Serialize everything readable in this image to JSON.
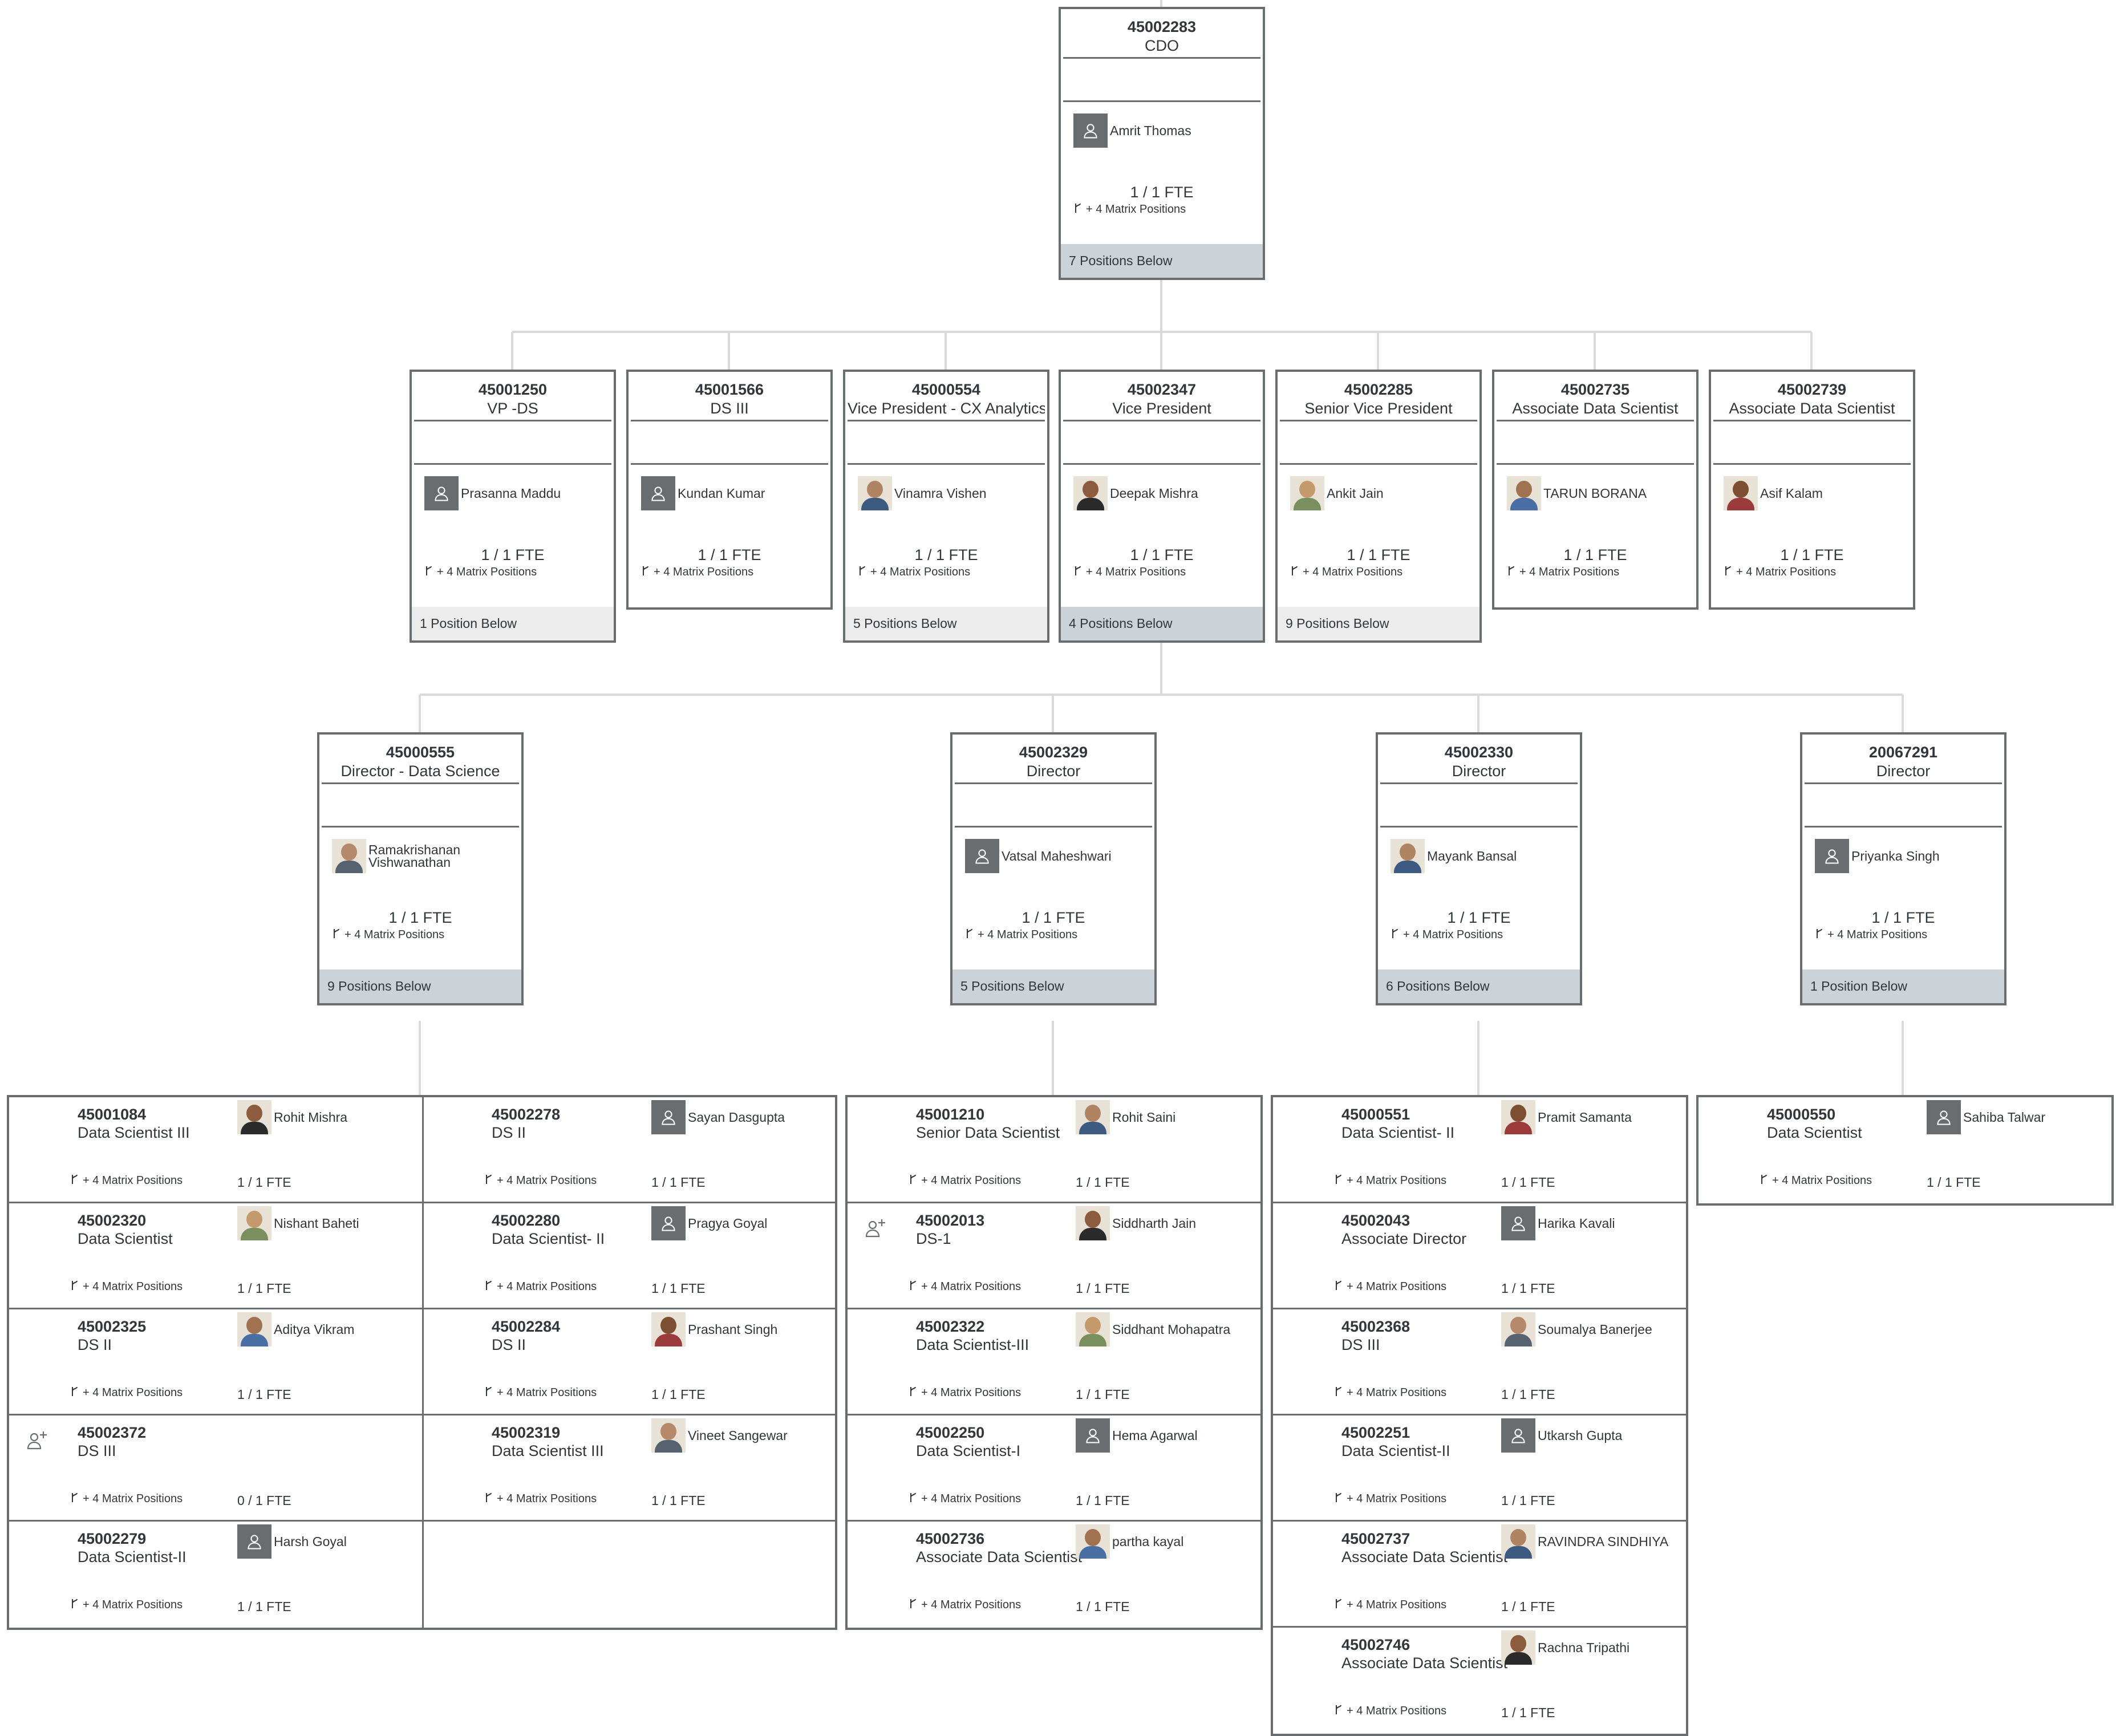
{
  "root": {
    "id": "45002283",
    "title": "CDO",
    "name": "Amrit Thomas",
    "avatar": "person-placeholder-icon",
    "fte": "1 / 1 FTE",
    "matrix": "+ 4 Matrix Positions",
    "below": "7 Positions Below"
  },
  "level1": [
    {
      "id": "45001250",
      "title": "VP -DS",
      "name": "Prasanna Maddu",
      "avatar": "person-placeholder-icon",
      "fte": "1 / 1 FTE",
      "matrix": "+ 4 Matrix Positions",
      "below": "1 Position Below"
    },
    {
      "id": "45001566",
      "title": "DS III",
      "name": "Kundan Kumar",
      "avatar": "person-placeholder-icon",
      "fte": "1 / 1 FTE",
      "matrix": "+ 4 Matrix Positions",
      "below": ""
    },
    {
      "id": "45000554",
      "title": "Vice President - CX Analytics",
      "name": "Vinamra Vishen",
      "avatar": "person-photo",
      "fte": "1 / 1 FTE",
      "matrix": "+ 4 Matrix Positions",
      "below": "5 Positions Below"
    },
    {
      "id": "45002347",
      "title": "Vice President",
      "name": "Deepak Mishra",
      "avatar": "person-photo",
      "fte": "1 / 1 FTE",
      "matrix": "+ 4 Matrix Positions",
      "below": "4 Positions Below"
    },
    {
      "id": "45002285",
      "title": "Senior Vice President",
      "name": "Ankit Jain",
      "avatar": "person-photo",
      "fte": "1 / 1 FTE",
      "matrix": "+ 4 Matrix Positions",
      "below": "9 Positions Below"
    },
    {
      "id": "45002735",
      "title": "Associate Data Scientist",
      "name": "TARUN BORANA",
      "avatar": "person-photo",
      "fte": "1 / 1 FTE",
      "matrix": "+ 4 Matrix Positions",
      "below": ""
    },
    {
      "id": "45002739",
      "title": "Associate Data Scientist",
      "name": "Asif Kalam",
      "avatar": "person-photo",
      "fte": "1 / 1 FTE",
      "matrix": "+ 4 Matrix Positions",
      "below": ""
    }
  ],
  "level2": [
    {
      "id": "45000555",
      "title": "Director - Data Science",
      "name": "Ramakrishanan Vishwanathan",
      "avatar": "person-photo",
      "fte": "1 / 1 FTE",
      "matrix": "+ 4 Matrix Positions",
      "below": "9 Positions Below"
    },
    {
      "id": "45002329",
      "title": "Director",
      "name": "Vatsal Maheshwari",
      "avatar": "person-placeholder-icon",
      "fte": "1 / 1 FTE",
      "matrix": "+ 4 Matrix Positions",
      "below": "5 Positions Below"
    },
    {
      "id": "45002330",
      "title": "Director",
      "name": "Mayank Bansal",
      "avatar": "person-photo",
      "fte": "1 / 1 FTE",
      "matrix": "+ 4 Matrix Positions",
      "below": "6 Positions Below"
    },
    {
      "id": "20067291",
      "title": "Director",
      "name": "Priyanka Singh",
      "avatar": "person-placeholder-icon",
      "fte": "1 / 1 FTE",
      "matrix": "+ 4 Matrix Positions",
      "below": "1 Position Below"
    }
  ],
  "groups": [
    {
      "columns": [
        [
          {
            "id": "45001084",
            "title": "Data Scientist III",
            "name": "Rohit Mishra",
            "avatar": "person-photo",
            "matrix": "+ 4 Matrix Positions",
            "fte": "1 / 1 FTE"
          },
          {
            "id": "45002320",
            "title": "Data Scientist",
            "name": "Nishant Baheti",
            "avatar": "person-photo",
            "matrix": "+ 4 Matrix Positions",
            "fte": "1 / 1 FTE"
          },
          {
            "id": "45002325",
            "title": "DS II",
            "name": "Aditya Vikram",
            "avatar": "person-photo",
            "matrix": "+ 4 Matrix Positions",
            "fte": "1 / 1 FTE"
          },
          {
            "id": "45002372",
            "title": "DS III",
            "name": "",
            "avatar": "add-person-icon",
            "matrix": "+ 4 Matrix Positions",
            "fte": "0 / 1 FTE"
          },
          {
            "id": "45002279",
            "title": "Data Scientist-II",
            "name": "Harsh Goyal",
            "avatar": "person-placeholder-icon",
            "matrix": "+ 4 Matrix Positions",
            "fte": "1 / 1 FTE"
          }
        ],
        [
          {
            "id": "45002278",
            "title": "DS II",
            "name": "Sayan Dasgupta",
            "avatar": "person-placeholder-icon",
            "matrix": "+ 4 Matrix Positions",
            "fte": "1 / 1 FTE"
          },
          {
            "id": "45002280",
            "title": "Data Scientist- II",
            "name": "Pragya Goyal",
            "avatar": "person-placeholder-icon",
            "matrix": "+ 4 Matrix Positions",
            "fte": "1 / 1 FTE"
          },
          {
            "id": "45002284",
            "title": "DS II",
            "name": "Prashant Singh",
            "avatar": "person-photo",
            "matrix": "+ 4 Matrix Positions",
            "fte": "1 / 1 FTE"
          },
          {
            "id": "45002319",
            "title": "Data Scientist III",
            "name": "Vineet Sangewar",
            "avatar": "person-photo",
            "matrix": "+ 4 Matrix Positions",
            "fte": "1 / 1 FTE"
          }
        ]
      ]
    },
    {
      "columns": [
        [
          {
            "id": "45001210",
            "title": "Senior Data Scientist",
            "name": "Rohit Saini",
            "avatar": "person-photo",
            "matrix": "+ 4 Matrix Positions",
            "fte": "1 / 1 FTE"
          },
          {
            "id": "45002013",
            "title": "DS-1",
            "name": "Siddharth Jain",
            "avatar": "person-photo",
            "matrix": "+ 4 Matrix Positions",
            "fte": "1 / 1 FTE",
            "add_icon": true
          },
          {
            "id": "45002322",
            "title": "Data Scientist-III",
            "name": "Siddhant Mohapatra",
            "avatar": "person-photo",
            "matrix": "+ 4 Matrix Positions",
            "fte": "1 / 1 FTE"
          },
          {
            "id": "45002250",
            "title": "Data Scientist-I",
            "name": "Hema Agarwal",
            "avatar": "person-placeholder-icon",
            "matrix": "+ 4 Matrix Positions",
            "fte": "1 / 1 FTE"
          },
          {
            "id": "45002736",
            "title": "Associate Data Scientist",
            "name": "partha kayal",
            "avatar": "person-photo",
            "matrix": "+ 4 Matrix Positions",
            "fte": "1 / 1 FTE"
          }
        ]
      ]
    },
    {
      "columns": [
        [
          {
            "id": "45000551",
            "title": "Data Scientist- II",
            "name": "Pramit Samanta",
            "avatar": "person-photo",
            "matrix": "+ 4 Matrix Positions",
            "fte": "1 / 1 FTE"
          },
          {
            "id": "45002043",
            "title": "Associate Director",
            "name": "Harika Kavali",
            "avatar": "person-placeholder-icon",
            "matrix": "+ 4 Matrix Positions",
            "fte": "1 / 1 FTE"
          },
          {
            "id": "45002368",
            "title": "DS III",
            "name": "Soumalya Banerjee",
            "avatar": "person-photo",
            "matrix": "+ 4 Matrix Positions",
            "fte": "1 / 1 FTE"
          },
          {
            "id": "45002251",
            "title": "Data Scientist-II",
            "name": "Utkarsh Gupta",
            "avatar": "person-placeholder-icon",
            "matrix": "+ 4 Matrix Positions",
            "fte": "1 / 1 FTE"
          },
          {
            "id": "45002737",
            "title": "Associate Data Scientist",
            "name": "RAVINDRA SINDHIYA",
            "avatar": "person-photo",
            "matrix": "+ 4 Matrix Positions",
            "fte": "1 / 1 FTE"
          },
          {
            "id": "45002746",
            "title": "Associate Data Scientist",
            "name": "Rachna Tripathi",
            "avatar": "person-photo",
            "matrix": "+ 4 Matrix Positions",
            "fte": "1 / 1 FTE"
          }
        ]
      ]
    },
    {
      "columns": [
        [
          {
            "id": "45000550",
            "title": "Data Scientist",
            "name": "Sahiba Talwar",
            "avatar": "person-placeholder-icon",
            "matrix": "+ 4 Matrix Positions",
            "fte": "1 / 1 FTE"
          }
        ]
      ]
    }
  ],
  "colors": {
    "border": "#6a6d70",
    "connector": "#d9d9d9",
    "below_light": "#ececec",
    "below_dark": "#ccd3d8",
    "placeholder_avatar": "#6a6d70"
  }
}
